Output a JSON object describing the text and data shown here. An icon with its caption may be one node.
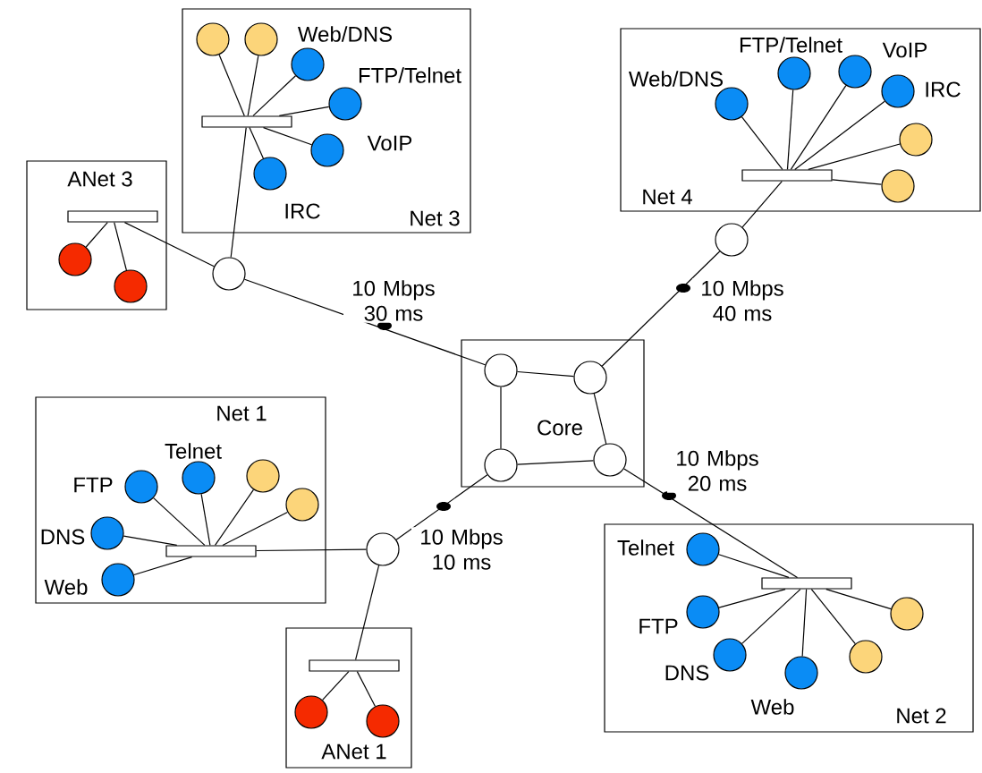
{
  "diagram": {
    "nodes": [
      {
        "text": [
          "Net 3"
        ]
      },
      {
        "text": [],
        "shape": "bar",
        "in": 0
      },
      {
        "text": [],
        "shape": "circle",
        "in": 0
      },
      {
        "text": [],
        "shape": "circle",
        "in": 0
      },
      {
        "text": [],
        "shape": "circle",
        "in": 0,
        "beside": [
          "Web/DNS"
        ]
      },
      {
        "text": [],
        "shape": "circle",
        "in": 0,
        "beside": [
          "FTP/Telnet"
        ]
      },
      {
        "text": [],
        "shape": "circle",
        "in": 0,
        "beside": [
          "VoIP"
        ]
      },
      {
        "text": [],
        "shape": "circle",
        "in": 0,
        "beside": [
          "IRC"
        ]
      },
      {
        "text": [
          "ANet 3"
        ]
      },
      {
        "text": [],
        "shape": "bar",
        "in": 8
      },
      {
        "text": [],
        "shape": "circle",
        "in": 8
      },
      {
        "text": [],
        "shape": "circle",
        "in": 8
      },
      {
        "text": [],
        "shape": "circle"
      },
      {
        "text": [
          "Net 4"
        ]
      },
      {
        "text": [],
        "shape": "bar",
        "in": 13
      },
      {
        "text": [],
        "shape": "circle",
        "in": 13,
        "beside": [
          "Web/DNS"
        ]
      },
      {
        "text": [],
        "shape": "circle",
        "in": 13,
        "beside": [
          "FTP/Telnet"
        ]
      },
      {
        "text": [],
        "shape": "circle",
        "in": 13,
        "beside": [
          "VoIP"
        ]
      },
      {
        "text": [],
        "shape": "circle",
        "in": 13,
        "beside": [
          "IRC"
        ]
      },
      {
        "text": [],
        "shape": "circle",
        "in": 13
      },
      {
        "text": [],
        "shape": "circle",
        "in": 13
      },
      {
        "text": [],
        "shape": "circle"
      },
      {
        "text": [
          "Core"
        ]
      },
      {
        "text": [],
        "shape": "circle",
        "in": 22
      },
      {
        "text": [],
        "shape": "circle",
        "in": 22
      },
      {
        "text": [],
        "shape": "circle",
        "in": 22
      },
      {
        "text": [],
        "shape": "circle",
        "in": 22
      },
      {
        "text": [
          "Net 1"
        ]
      },
      {
        "text": [],
        "shape": "bar",
        "in": 27
      },
      {
        "text": [],
        "shape": "circle",
        "in": 27,
        "beside": [
          "FTP"
        ]
      },
      {
        "text": [],
        "shape": "circle",
        "in": 27,
        "beside": [
          "Telnet"
        ]
      },
      {
        "text": [],
        "shape": "circle",
        "in": 27
      },
      {
        "text": [],
        "shape": "circle",
        "in": 27
      },
      {
        "text": [],
        "shape": "circle",
        "in": 27,
        "beside": [
          "DNS"
        ]
      },
      {
        "text": [],
        "shape": "circle",
        "in": 27,
        "beside": [
          "Web"
        ]
      },
      {
        "text": [],
        "shape": "circle"
      },
      {
        "text": [
          "Net 2"
        ]
      },
      {
        "text": [],
        "shape": "bar",
        "in": 36
      },
      {
        "text": [],
        "shape": "circle",
        "in": 36,
        "beside": [
          "Telnet"
        ]
      },
      {
        "text": [],
        "shape": "circle",
        "in": 36,
        "beside": [
          "FTP"
        ]
      },
      {
        "text": [],
        "shape": "circle",
        "in": 36,
        "beside": [
          "DNS"
        ]
      },
      {
        "text": [],
        "shape": "circle",
        "in": 36,
        "beside": [
          "Web"
        ]
      },
      {
        "text": [],
        "shape": "circle",
        "in": 36
      },
      {
        "text": [],
        "shape": "circle",
        "in": 36
      },
      {
        "text": [
          "ANet 1"
        ]
      },
      {
        "text": [],
        "shape": "bar",
        "in": 44
      },
      {
        "text": [],
        "shape": "circle",
        "in": 44
      },
      {
        "text": [],
        "shape": "circle",
        "in": 44
      }
    ],
    "edges": [
      {
        "from": 1,
        "to": 2,
        "arrow": "none"
      },
      {
        "from": 1,
        "to": 3,
        "arrow": "none"
      },
      {
        "from": 1,
        "to": 4,
        "arrow": "none"
      },
      {
        "from": 1,
        "to": 5,
        "arrow": "none"
      },
      {
        "from": 1,
        "to": 6,
        "arrow": "none"
      },
      {
        "from": 1,
        "to": 7,
        "arrow": "none"
      },
      {
        "from": 1,
        "to": 12,
        "arrow": "none"
      },
      {
        "from": 9,
        "to": 10,
        "arrow": "none"
      },
      {
        "from": 9,
        "to": 11,
        "arrow": "none"
      },
      {
        "from": 9,
        "to": 12,
        "arrow": "none"
      },
      {
        "from": 12,
        "to": 23,
        "arrow": "none",
        "label": "10 Mbps 30 ms"
      },
      {
        "from": 14,
        "to": 15,
        "arrow": "none"
      },
      {
        "from": 14,
        "to": 16,
        "arrow": "none"
      },
      {
        "from": 14,
        "to": 17,
        "arrow": "none"
      },
      {
        "from": 14,
        "to": 18,
        "arrow": "none"
      },
      {
        "from": 14,
        "to": 19,
        "arrow": "none"
      },
      {
        "from": 14,
        "to": 20,
        "arrow": "none"
      },
      {
        "from": 21,
        "to": 14,
        "arrow": "none"
      },
      {
        "from": 21,
        "to": 24,
        "arrow": "none",
        "label": "10 Mbps 40 ms"
      },
      {
        "from": 23,
        "to": 24,
        "arrow": "none"
      },
      {
        "from": 24,
        "to": 26,
        "arrow": "none"
      },
      {
        "from": 26,
        "to": 25,
        "arrow": "none"
      },
      {
        "from": 25,
        "to": 23,
        "arrow": "none"
      },
      {
        "from": 25,
        "to": 35,
        "arrow": "none",
        "label": "10 Mbps 10 ms"
      },
      {
        "from": 26,
        "to": 37,
        "arrow": "none",
        "label": "10 Mbps 20 ms"
      },
      {
        "from": 28,
        "to": 29,
        "arrow": "none"
      },
      {
        "from": 28,
        "to": 30,
        "arrow": "none"
      },
      {
        "from": 28,
        "to": 31,
        "arrow": "none"
      },
      {
        "from": 28,
        "to": 32,
        "arrow": "none"
      },
      {
        "from": 28,
        "to": 33,
        "arrow": "none"
      },
      {
        "from": 28,
        "to": 34,
        "arrow": "none"
      },
      {
        "from": 28,
        "to": 35,
        "arrow": "none"
      },
      {
        "from": 35,
        "to": 45,
        "arrow": "none"
      },
      {
        "from": 45,
        "to": 46,
        "arrow": "none"
      },
      {
        "from": 45,
        "to": 47,
        "arrow": "none"
      },
      {
        "from": 37,
        "to": 38,
        "arrow": "none"
      },
      {
        "from": 37,
        "to": 39,
        "arrow": "none"
      },
      {
        "from": 37,
        "to": 40,
        "arrow": "none"
      },
      {
        "from": 37,
        "to": 41,
        "arrow": "none"
      },
      {
        "from": 37,
        "to": 42,
        "arrow": "none"
      },
      {
        "from": 37,
        "to": 43,
        "arrow": "none"
      }
    ]
  }
}
